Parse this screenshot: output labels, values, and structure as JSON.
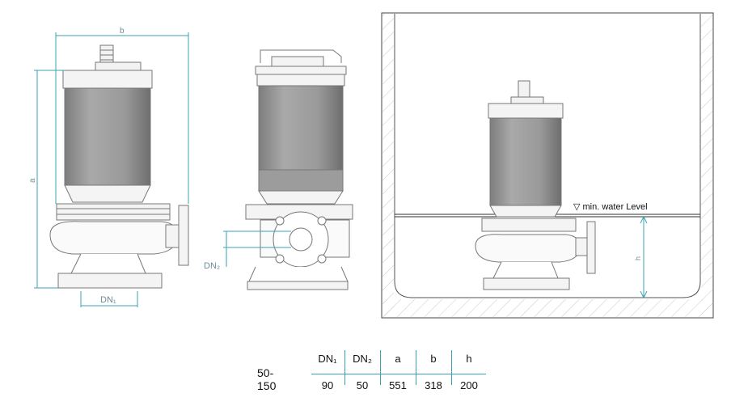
{
  "labels": {
    "b": "b",
    "a": "a",
    "dn1": "DN₁",
    "dn2": "DN₂",
    "min_water_level": "▽ min. water Level",
    "h": "h"
  },
  "table": {
    "model": "50-150",
    "headers": [
      "DN₁",
      "DN₂",
      "a",
      "b",
      "h"
    ],
    "values": [
      "90",
      "50",
      "551",
      "318",
      "200"
    ]
  }
}
